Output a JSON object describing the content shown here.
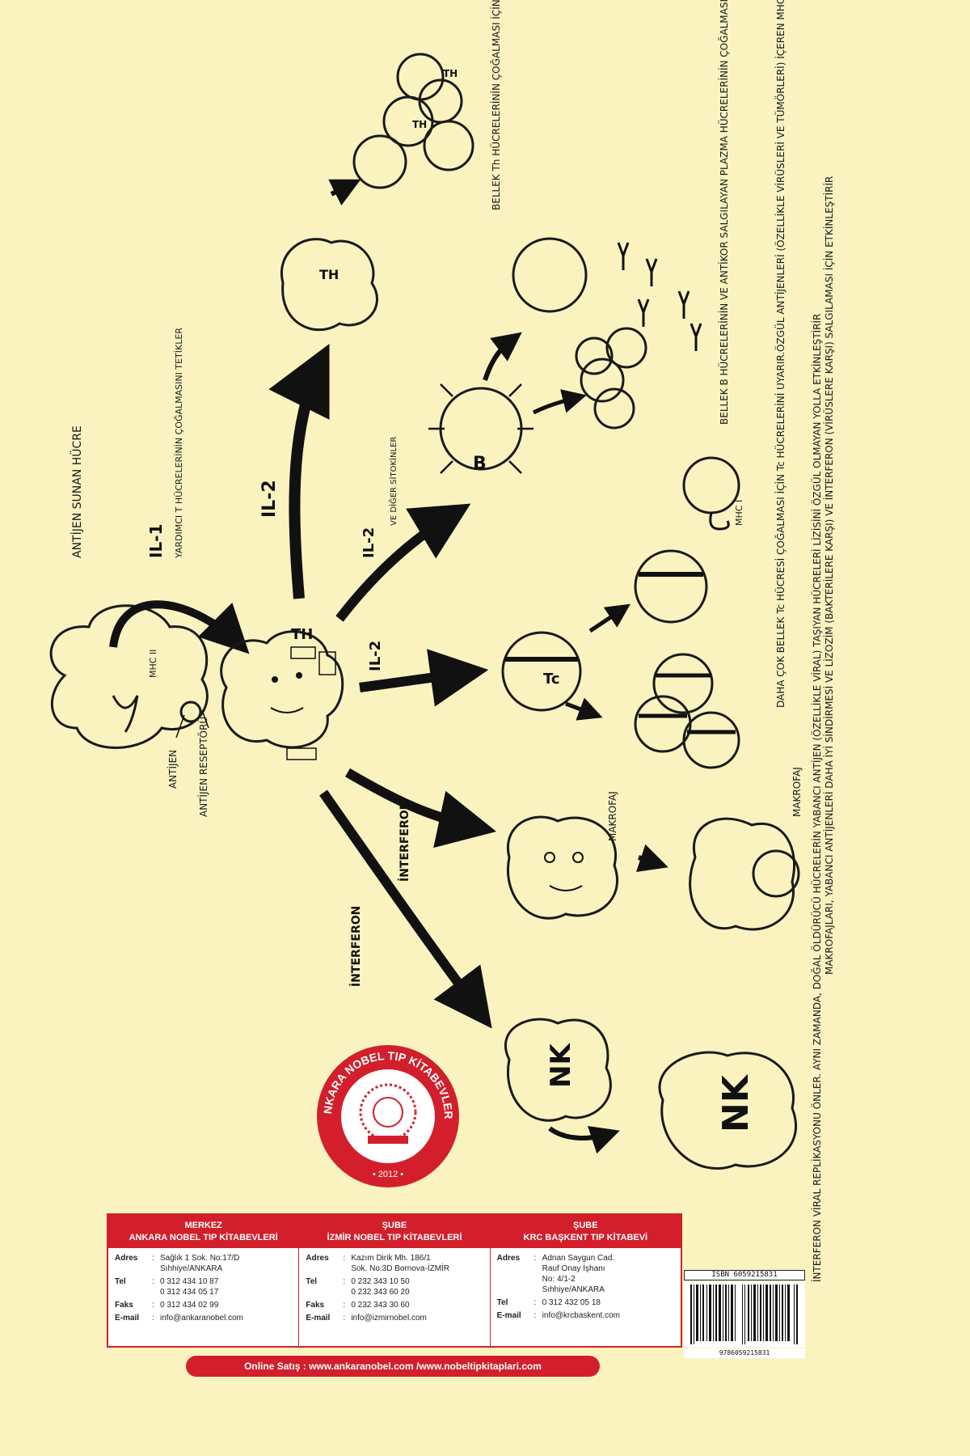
{
  "diagram": {
    "cells": {
      "apc": "ANTİJEN SUNAN HÜCRE",
      "mhc2": "MHC II",
      "antigen": "ANTİJEN",
      "receptor": "ANTİJEN RESEPTÖRÜ",
      "th": "TH",
      "b": "B",
      "tc": "Tc",
      "mhc1": "MHC I",
      "makrofaj1": "MAKROFAJ",
      "makrofaj2": "MAKROFAJ",
      "nk": "NK"
    },
    "arrows": {
      "il1": "IL-1",
      "il1_note": "YARDIMCI T HÜCRELERİNİN ÇOĞALMASINI TETİKLER",
      "il2_up": "IL-2",
      "il2_b": "IL-2",
      "il2_b_note": "VE DİĞER SİTOKİNLER",
      "il2_tc": "IL-2",
      "interferon1": "İNTERFERON",
      "interferon2": "İNTERFERON"
    },
    "notes": {
      "th_memory": "BELLEK Th HÜCRELERİNİN ÇOĞALMASI İÇİN Th HÜCRELERİNİ UYARIR",
      "b_memory": "BELLEK B HÜCRELERİNİN VE ANTİKOR SALGILAYAN PLAZMA HÜCRELERİNİN ÇOĞALMASI İÇİN B HÜCRELERİNİ UYARIR",
      "tc_memory": "DAHA ÇOK BELLEK Tc HÜCRESİ ÇOĞALMASI İÇİN Tc HÜCRELERİNİ UYARIR.ÖZGÜL ANTİJENLERİ (ÖZELLİKLE VİRÜSLERİ VE TÜMÖRLERİ) İÇEREN MHC I KOMPLEKSLERİNE SALDIRMASI İÇİN Tc HÜCRELERİNİ ETKİNLEŞTİRİR",
      "makrofaj": "MAKROFAJLARI, YABANCI ANTİJENLERİ DAHA İYİ SİNDİRMESİ VE LİZOZİM (BAKTERİLERE KARŞI) VE İNTERFERON (VİRÜSLERE KARŞI) SALGILAMASI İÇİN ETKİNLEŞTİRİR",
      "nk": "İNTERFERON VİRAL REPLİKASYONU ÖNLER. AYNI ZAMANDA, DOĞAL ÖLDÜRÜCÜ HÜCRELERİN YABANCI ANTİJEN (ÖZELLİKLE VİRAL) TAŞIYAN HÜCRELERİ LİZİSİNİ ÖZGÜL OLMAYAN YOLLA ETKİNLEŞTİRİR"
    }
  },
  "logo": {
    "ring_text": "ANKARA NOBEL TIP KİTABEVLERİ",
    "year": "• 2012 •",
    "accent": "#d21f2b"
  },
  "offices": [
    {
      "title1": "MERKEZ",
      "title2": "ANKARA NOBEL TIP KİTABEVLERİ",
      "adres_label": "Adres",
      "adres": [
        "Sağlık 1 Sok. No:17/D",
        "Sıhhiye/ANKARA"
      ],
      "tel_label": "Tel",
      "tel": [
        "0 312 434 10 87",
        "0 312 434 05 17"
      ],
      "faks_label": "Faks",
      "faks": "0 312 434 02 99",
      "email_label": "E-mail",
      "email": "info@ankaranobel.com"
    },
    {
      "title1": "ŞUBE",
      "title2": "İZMİR NOBEL TIP KİTABEVLERİ",
      "adres_label": "Adres",
      "adres": [
        "Kazım Dirik Mh. 186/1",
        "Sok. No:3D Bornova-İZMİR"
      ],
      "tel_label": "Tel",
      "tel": [
        "0 232 343 10 50",
        "0 232 343 60 20"
      ],
      "faks_label": "Faks",
      "faks": "0 232 343 30 60",
      "email_label": "E-mail",
      "email": "info@izmirnobel.com"
    },
    {
      "title1": "ŞUBE",
      "title2": "KRC BAŞKENT TIP KİTABEVİ",
      "adres_label": "Adres",
      "adres": [
        "Adnan Saygun Cad.",
        "Rauf Onay İşhanı",
        "No: 4/1-2",
        "Sıhhiye/ANKARA"
      ],
      "tel_label": "Tel",
      "tel": [
        "0 312 432 05 18"
      ],
      "email_label": "E-mail",
      "email": "info@krcbaskent.com"
    }
  ],
  "online": "Online Satış : www.ankaranobel.com /www.nobeltipkitaplari.com",
  "isbn": {
    "label": "ISBN 6059215831",
    "number": "9786059215831"
  }
}
